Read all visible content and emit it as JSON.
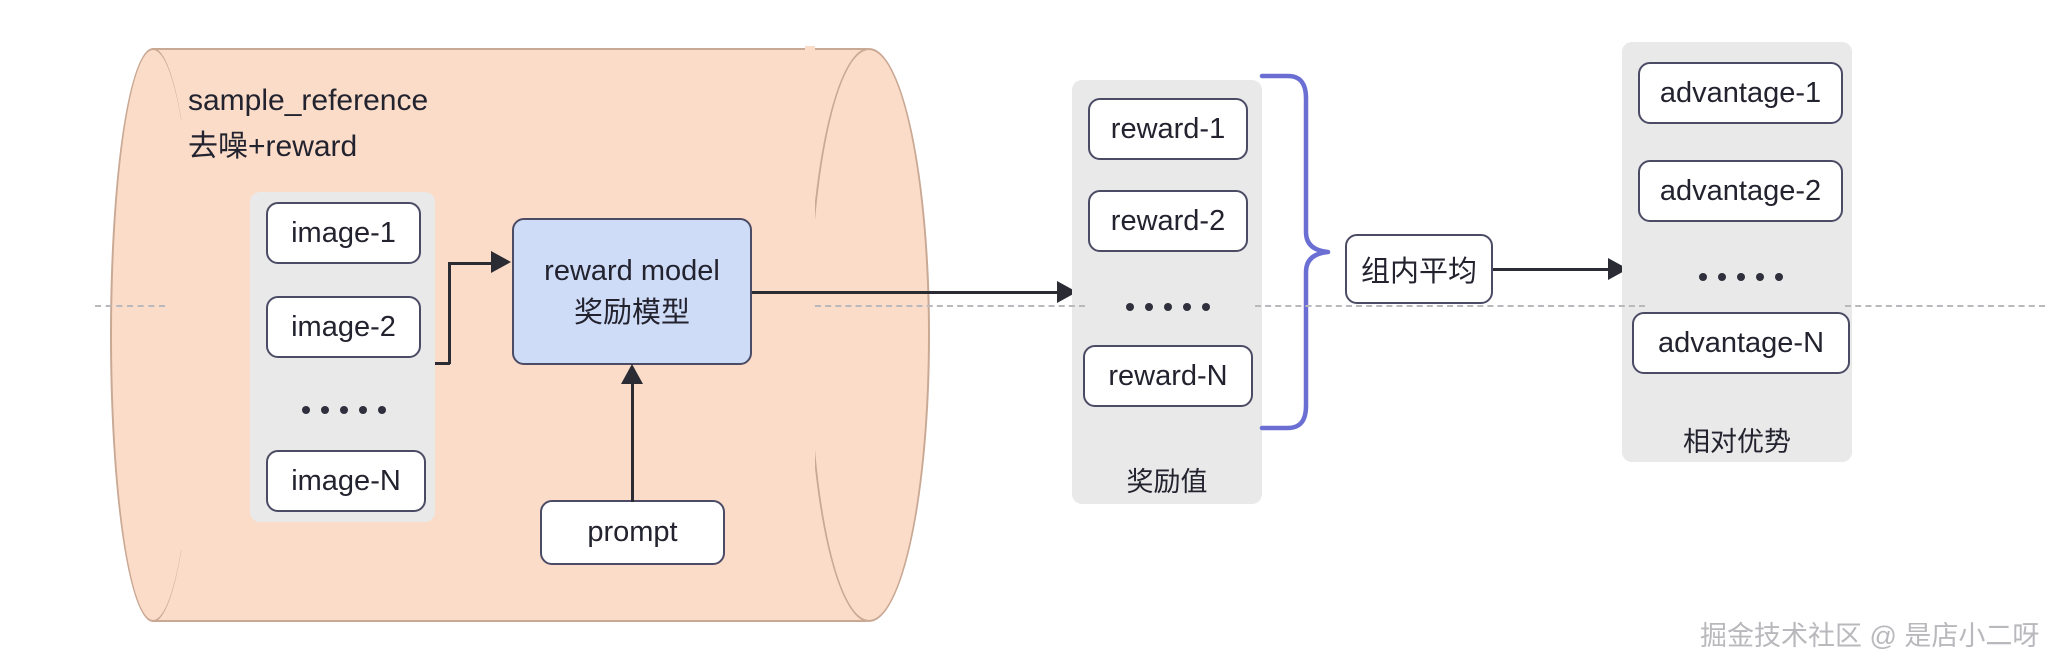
{
  "diagram": {
    "cylinder": {
      "title_line1": "sample_reference",
      "title_line2": "去噪+reward",
      "fill_color": "#fadcc8"
    },
    "image_group": {
      "items": [
        "image-1",
        "image-2",
        "image-N"
      ],
      "ellipsis": "•••••"
    },
    "reward_model": {
      "line1": "reward model",
      "line2": "奖励模型",
      "fill_color": "#cfdcf7"
    },
    "prompt": {
      "label": "prompt"
    },
    "reward_group": {
      "items": [
        "reward-1",
        "reward-2",
        "reward-N"
      ],
      "ellipsis": "•••••",
      "caption": "奖励值"
    },
    "brace": {
      "color": "#6b6fd4"
    },
    "average": {
      "label": "组内平均"
    },
    "advantage_group": {
      "items": [
        "advantage-1",
        "advantage-2",
        "advantage-N"
      ],
      "ellipsis": "•••••",
      "caption": "相对优势"
    }
  },
  "watermark": {
    "text": "掘金技术社区 @ 是店小二呀"
  }
}
